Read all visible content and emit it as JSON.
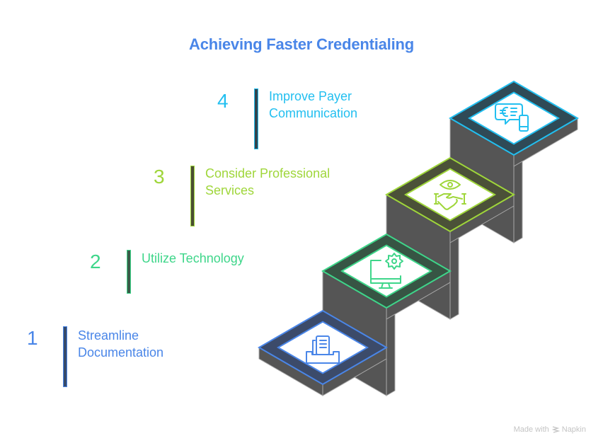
{
  "title": "Achieving Faster Credentialing",
  "steps": [
    {
      "number": "1",
      "label_line1": "Streamline",
      "label_line2": "Documentation",
      "color": "#4a86e8",
      "bar_fill": "#354a6b",
      "ring_fill": "#3c4b6a",
      "icon": "document-tray-icon"
    },
    {
      "number": "2",
      "label_line1": "Utilize Technology",
      "label_line2": "",
      "color": "#3ed68a",
      "bar_fill": "#3a5a48",
      "ring_fill": "#375544",
      "icon": "computer-gear-icon"
    },
    {
      "number": "3",
      "label_line1": "Consider Professional",
      "label_line2": "Services",
      "color": "#9fd63a",
      "bar_fill": "#4a4d35",
      "ring_fill": "#4b5138",
      "icon": "eye-handshake-icon"
    },
    {
      "number": "4",
      "label_line1": "Improve Payer",
      "label_line2": "Communication",
      "color": "#22bff0",
      "bar_fill": "#30444f",
      "ring_fill": "#2f4a56",
      "icon": "euro-chat-phone-icon"
    }
  ],
  "stair_colors": {
    "face": "#555555",
    "edge": "#a9a9a9"
  },
  "footer": {
    "text_made_with": "Made with",
    "brand": "Napkin",
    "icon": "napkin-logo-icon"
  }
}
